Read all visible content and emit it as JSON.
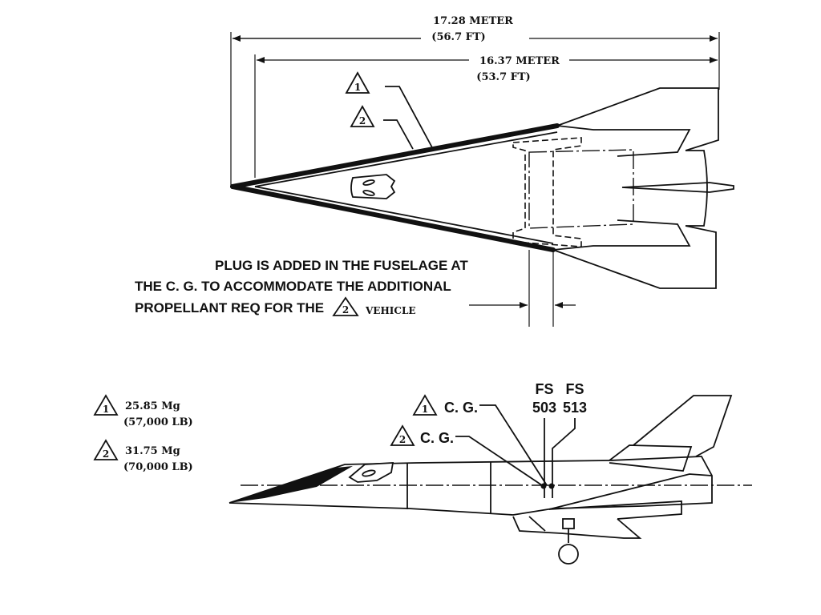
{
  "plan_view": {
    "overall_length": {
      "metric": "17.28 METER",
      "imperial": "(56.7 FT)"
    },
    "inner_length": {
      "metric": "16.37 METER",
      "imperial": "(53.7 FT)"
    },
    "callout_1": "1",
    "callout_2": "2",
    "note": {
      "line1": "PLUG IS ADDED IN THE FUSELAGE AT",
      "line2": "THE C. G.  TO ACCOMMODATE THE ADDITIONAL",
      "line3": "PROPELLANT REQ FOR THE",
      "callout": "2",
      "suffix": "VEHICLE"
    }
  },
  "legend": {
    "items": [
      {
        "marker": "1",
        "mass": "25.85 Mg",
        "weight": "(57,000 LB)"
      },
      {
        "marker": "2",
        "mass": "31.75 Mg",
        "weight": "(70,000 LB)"
      }
    ]
  },
  "side_view": {
    "cg_1": {
      "marker": "1",
      "label": "C. G."
    },
    "cg_2": {
      "marker": "2",
      "label": "C. G."
    },
    "fs_1": {
      "top": "FS",
      "value": "503"
    },
    "fs_2": {
      "top": "FS",
      "value": "513"
    }
  }
}
